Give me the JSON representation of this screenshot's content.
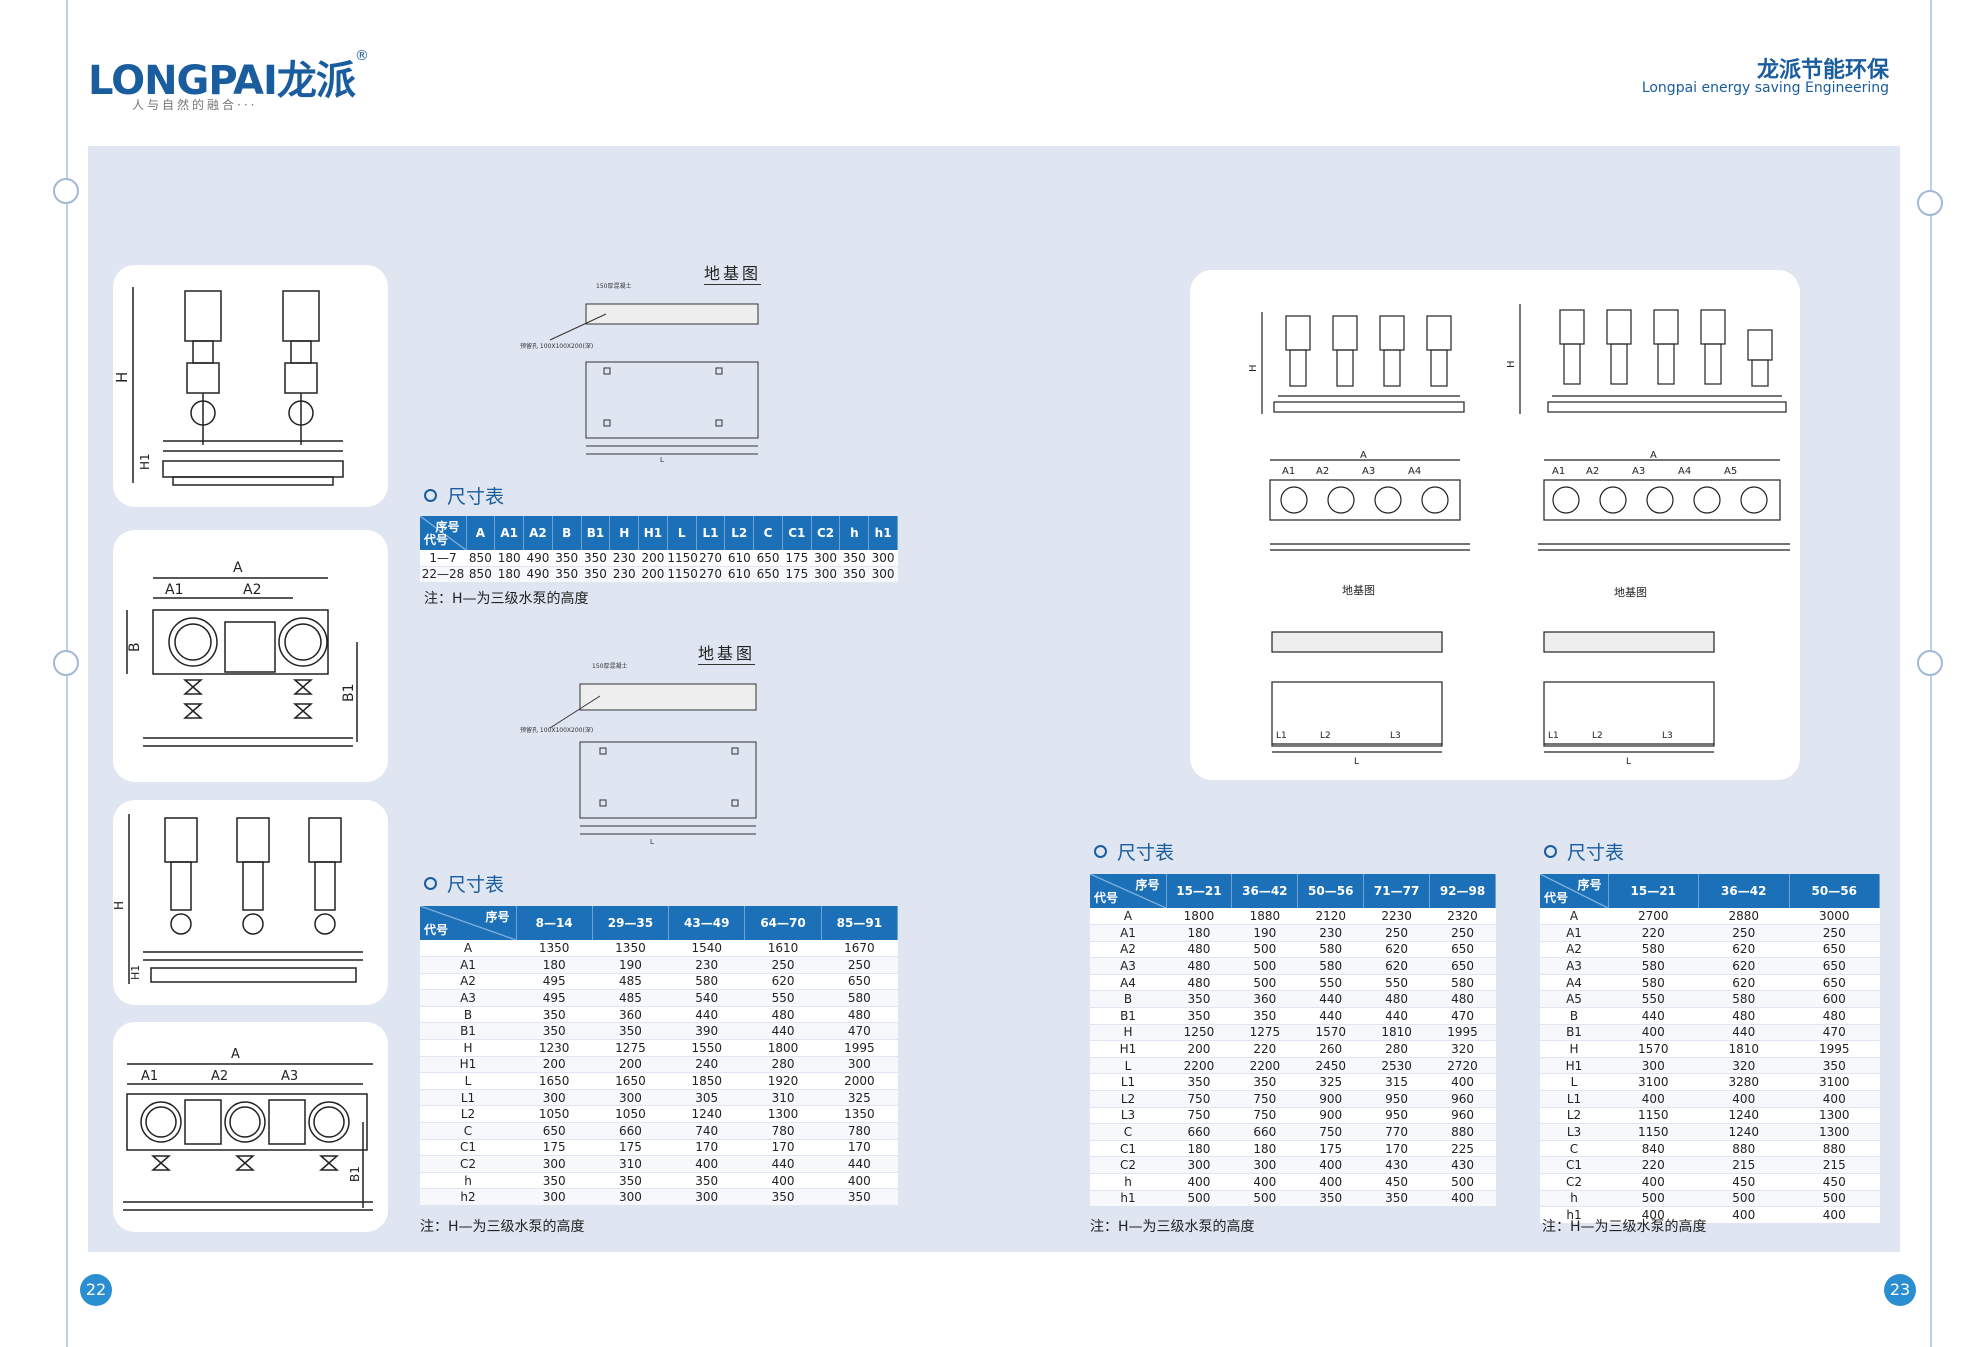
{
  "header": {
    "logo": "LONGPAI龙派",
    "reg": "®",
    "slogan": "人与自然的融合···",
    "company_cn": "龙派节能环保",
    "company_en": "Longpai energy saving Engineering"
  },
  "page_left": "22",
  "page_right": "23",
  "drawing_label": "地基图",
  "section_title": "尺寸表",
  "corner_top": "序号",
  "corner_bottom": "代号",
  "note": "注：H—为三级水泵的高度",
  "table1": {
    "cols": [
      "A",
      "A1",
      "A2",
      "B",
      "B1",
      "H",
      "H1",
      "L",
      "L1",
      "L2",
      "C",
      "C1",
      "C2",
      "h",
      "h1"
    ],
    "rows": [
      {
        "label": "1—7",
        "v": [
          "850",
          "180",
          "490",
          "350",
          "350",
          "230",
          "200",
          "1150",
          "270",
          "610",
          "650",
          "175",
          "300",
          "350",
          "300"
        ]
      },
      {
        "label": "22—28",
        "v": [
          "850",
          "180",
          "490",
          "350",
          "350",
          "230",
          "200",
          "1150",
          "270",
          "610",
          "650",
          "175",
          "300",
          "350",
          "300"
        ]
      }
    ]
  },
  "table2": {
    "cols": [
      "8—14",
      "29—35",
      "43—49",
      "64—70",
      "85—91"
    ],
    "rows": [
      {
        "label": "A",
        "v": [
          "1350",
          "1350",
          "1540",
          "1610",
          "1670"
        ]
      },
      {
        "label": "A1",
        "v": [
          "180",
          "190",
          "230",
          "250",
          "250"
        ]
      },
      {
        "label": "A2",
        "v": [
          "495",
          "485",
          "580",
          "620",
          "650"
        ]
      },
      {
        "label": "A3",
        "v": [
          "495",
          "485",
          "540",
          "550",
          "580"
        ]
      },
      {
        "label": "B",
        "v": [
          "350",
          "360",
          "440",
          "480",
          "480"
        ]
      },
      {
        "label": "B1",
        "v": [
          "350",
          "350",
          "390",
          "440",
          "470"
        ]
      },
      {
        "label": "H",
        "v": [
          "1230",
          "1275",
          "1550",
          "1800",
          "1995"
        ]
      },
      {
        "label": "H1",
        "v": [
          "200",
          "200",
          "240",
          "280",
          "300"
        ]
      },
      {
        "label": "L",
        "v": [
          "1650",
          "1650",
          "1850",
          "1920",
          "2000"
        ]
      },
      {
        "label": "L1",
        "v": [
          "300",
          "300",
          "305",
          "310",
          "325"
        ]
      },
      {
        "label": "L2",
        "v": [
          "1050",
          "1050",
          "1240",
          "1300",
          "1350"
        ]
      },
      {
        "label": "C",
        "v": [
          "650",
          "660",
          "740",
          "780",
          "780"
        ]
      },
      {
        "label": "C1",
        "v": [
          "175",
          "175",
          "170",
          "170",
          "170"
        ]
      },
      {
        "label": "C2",
        "v": [
          "300",
          "310",
          "400",
          "440",
          "440"
        ]
      },
      {
        "label": "h",
        "v": [
          "350",
          "350",
          "350",
          "400",
          "400"
        ]
      },
      {
        "label": "h2",
        "v": [
          "300",
          "300",
          "300",
          "350",
          "350"
        ]
      }
    ]
  },
  "table3": {
    "cols": [
      "15—21",
      "36—42",
      "50—56",
      "71—77",
      "92—98"
    ],
    "rows": [
      {
        "label": "A",
        "v": [
          "1800",
          "1880",
          "2120",
          "2230",
          "2320"
        ]
      },
      {
        "label": "A1",
        "v": [
          "180",
          "190",
          "230",
          "250",
          "250"
        ]
      },
      {
        "label": "A2",
        "v": [
          "480",
          "500",
          "580",
          "620",
          "650"
        ]
      },
      {
        "label": "A3",
        "v": [
          "480",
          "500",
          "580",
          "620",
          "650"
        ]
      },
      {
        "label": "A4",
        "v": [
          "480",
          "500",
          "550",
          "550",
          "580"
        ]
      },
      {
        "label": "B",
        "v": [
          "350",
          "360",
          "440",
          "480",
          "480"
        ]
      },
      {
        "label": "B1",
        "v": [
          "350",
          "350",
          "440",
          "440",
          "470"
        ]
      },
      {
        "label": "H",
        "v": [
          "1250",
          "1275",
          "1570",
          "1810",
          "1995"
        ]
      },
      {
        "label": "H1",
        "v": [
          "200",
          "220",
          "260",
          "280",
          "320"
        ]
      },
      {
        "label": "L",
        "v": [
          "2200",
          "2200",
          "2450",
          "2530",
          "2720"
        ]
      },
      {
        "label": "L1",
        "v": [
          "350",
          "350",
          "325",
          "315",
          "400"
        ]
      },
      {
        "label": "L2",
        "v": [
          "750",
          "750",
          "900",
          "950",
          "960"
        ]
      },
      {
        "label": "L3",
        "v": [
          "750",
          "750",
          "900",
          "950",
          "960"
        ]
      },
      {
        "label": "C",
        "v": [
          "660",
          "660",
          "750",
          "770",
          "880"
        ]
      },
      {
        "label": "C1",
        "v": [
          "180",
          "180",
          "175",
          "170",
          "225"
        ]
      },
      {
        "label": "C2",
        "v": [
          "300",
          "300",
          "400",
          "430",
          "430"
        ]
      },
      {
        "label": "h",
        "v": [
          "400",
          "400",
          "400",
          "450",
          "500"
        ]
      },
      {
        "label": "h1",
        "v": [
          "500",
          "500",
          "350",
          "350",
          "400"
        ]
      }
    ]
  },
  "table4": {
    "cols": [
      "15—21",
      "36—42",
      "50—56"
    ],
    "rows": [
      {
        "label": "A",
        "v": [
          "2700",
          "2880",
          "3000"
        ]
      },
      {
        "label": "A1",
        "v": [
          "220",
          "250",
          "250"
        ]
      },
      {
        "label": "A2",
        "v": [
          "580",
          "620",
          "650"
        ]
      },
      {
        "label": "A3",
        "v": [
          "580",
          "620",
          "650"
        ]
      },
      {
        "label": "A4",
        "v": [
          "580",
          "620",
          "650"
        ]
      },
      {
        "label": "A5",
        "v": [
          "550",
          "580",
          "600"
        ]
      },
      {
        "label": "B",
        "v": [
          "440",
          "480",
          "480"
        ]
      },
      {
        "label": "B1",
        "v": [
          "400",
          "440",
          "470"
        ]
      },
      {
        "label": "H",
        "v": [
          "1570",
          "1810",
          "1995"
        ]
      },
      {
        "label": "H1",
        "v": [
          "300",
          "320",
          "350"
        ]
      },
      {
        "label": "L",
        "v": [
          "3100",
          "3280",
          "3100"
        ]
      },
      {
        "label": "L1",
        "v": [
          "400",
          "400",
          "400"
        ]
      },
      {
        "label": "L2",
        "v": [
          "1150",
          "1240",
          "1300"
        ]
      },
      {
        "label": "L3",
        "v": [
          "1150",
          "1240",
          "1300"
        ]
      },
      {
        "label": "C",
        "v": [
          "840",
          "880",
          "880"
        ]
      },
      {
        "label": "C1",
        "v": [
          "220",
          "215",
          "215"
        ]
      },
      {
        "label": "C2",
        "v": [
          "400",
          "450",
          "450"
        ]
      },
      {
        "label": "h",
        "v": [
          "500",
          "500",
          "500"
        ]
      },
      {
        "label": "h1",
        "v": [
          "400",
          "400",
          "400"
        ]
      }
    ]
  },
  "dims": {
    "A": "A",
    "A1": "A1",
    "A2": "A2",
    "A3": "A3",
    "A4": "A4",
    "A5": "A5",
    "B": "B",
    "B1": "B1",
    "H": "H",
    "H1": "H1",
    "L": "L",
    "L1": "L1",
    "L2": "L2",
    "L3": "L3",
    "C": "C",
    "C1": "C1",
    "C2": "C2",
    "h": "h",
    "h1": "h1"
  },
  "fnd_notes": {
    "concrete": "150厚混凝土",
    "hole": "预留孔 100X100X200(深)"
  }
}
